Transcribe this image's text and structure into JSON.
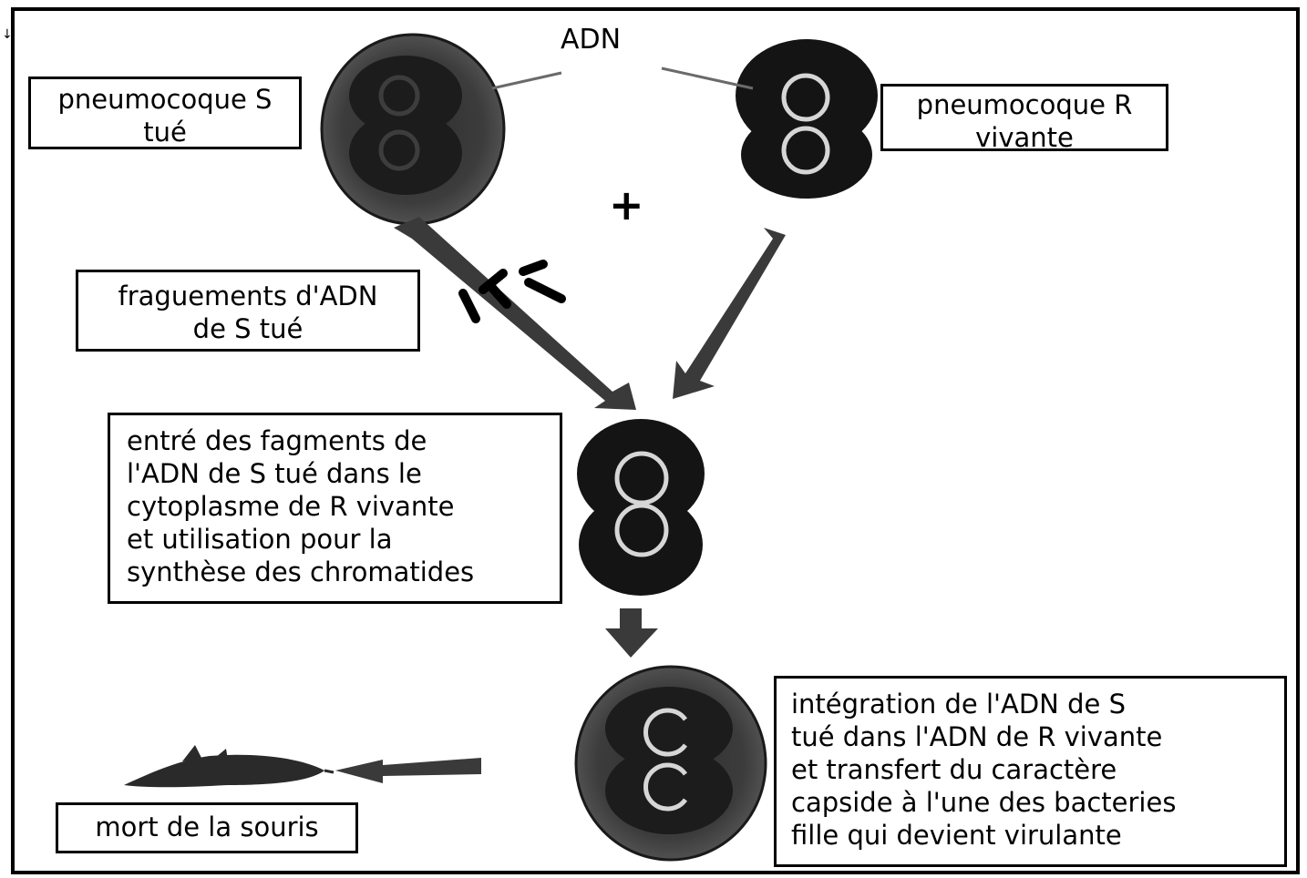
{
  "labels": {
    "adn": "ADN",
    "plus": "+",
    "tick": "↓",
    "s_killed": [
      "pneumocoque S",
      "tué"
    ],
    "r_living": [
      "pneumocoque R",
      "vivante"
    ],
    "fragments": [
      "fraguements d'ADN",
      "de S tué"
    ],
    "entry": [
      "entré des fagments de",
      "l'ADN de S tué dans le",
      "cytoplasme de R vivante",
      "et utilisation pour la",
      "synthèse des chromatides"
    ],
    "integration": [
      "intégration de l'ADN de S",
      "tué dans l'ADN de R vivante",
      "et transfert du caractère",
      "capside à l'une des bacteries",
      "fille qui devient virulante"
    ],
    "death": "mort de la souris"
  }
}
